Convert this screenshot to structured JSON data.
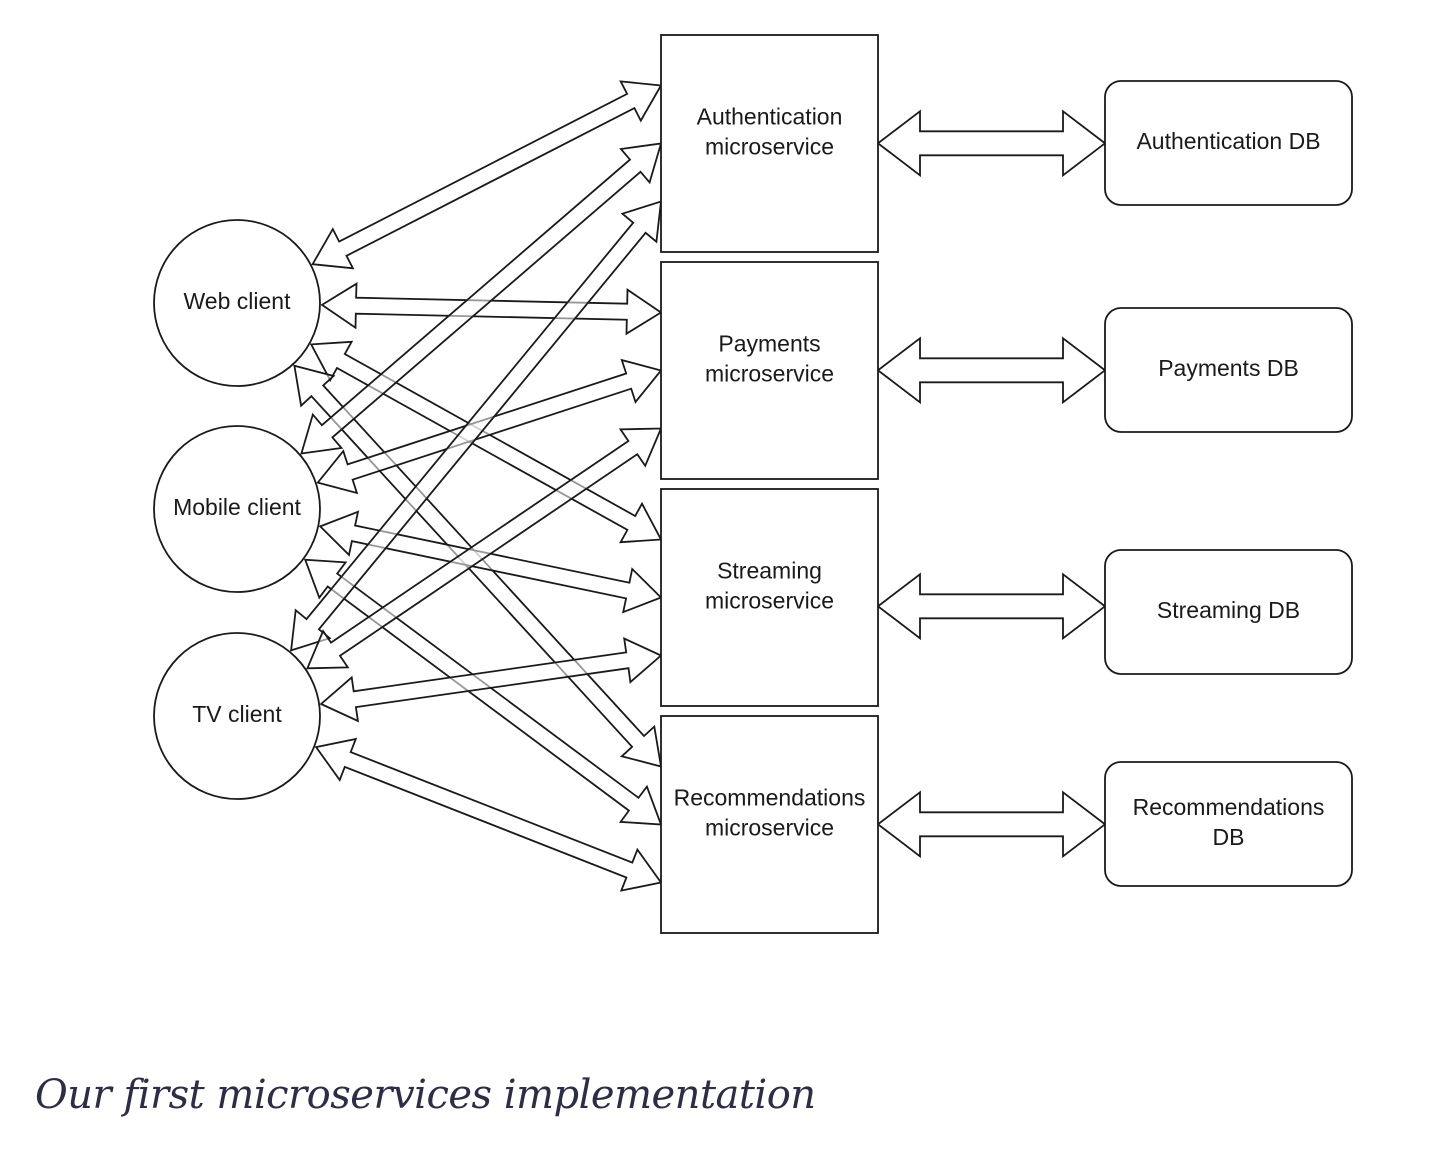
{
  "diagram": {
    "clients": [
      "Web client",
      "Mobile client",
      "TV client"
    ],
    "services": [
      [
        "Authentication",
        "microservice"
      ],
      [
        "Payments",
        "microservice"
      ],
      [
        "Streaming",
        "microservice"
      ],
      [
        "Recommendations",
        "microservice"
      ]
    ],
    "databases": [
      [
        "Authentication DB"
      ],
      [
        "Payments DB"
      ],
      [
        "Streaming DB"
      ],
      [
        "Recommendations",
        "DB"
      ]
    ],
    "connections": "every client has a two-way arrow to every microservice; each microservice has a two-way arrow to its own database"
  },
  "caption": "Our first microservices implementation"
}
